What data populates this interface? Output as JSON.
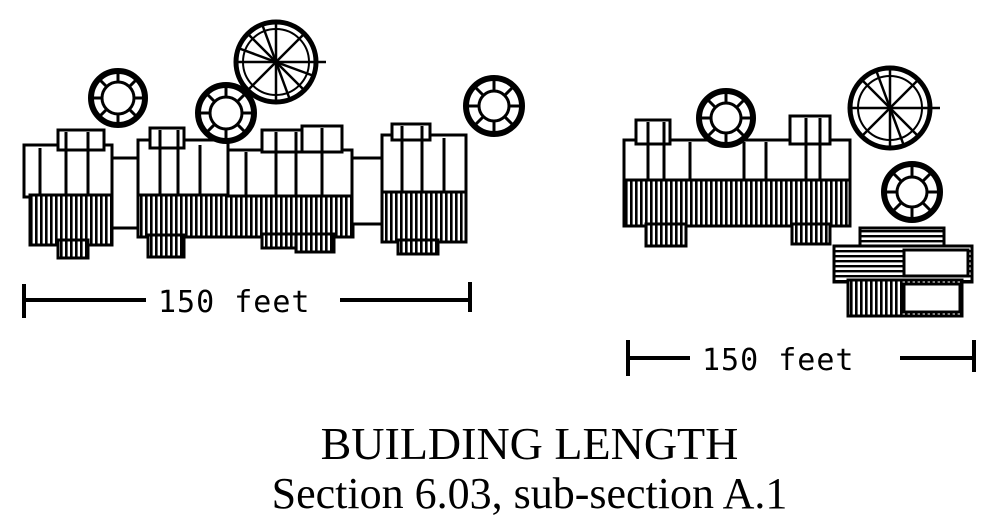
{
  "figure": {
    "left_dimension_label": "150 feet",
    "right_dimension_label": "150 feet",
    "left_plan_description": "",
    "right_plan_description": ""
  },
  "caption": {
    "title": "BUILDING LENGTH",
    "subtitle": "Section 6.03, sub-section A.1"
  },
  "colors": {
    "ink": "#000000",
    "paper": "#ffffff"
  }
}
